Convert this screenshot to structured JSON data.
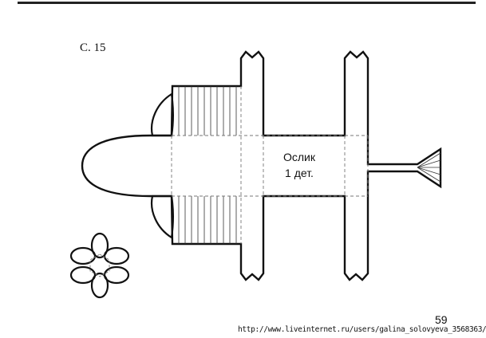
{
  "page_ref": "С. 15",
  "part": {
    "name": "Ослик",
    "count": "1 дет."
  },
  "page_number": "59",
  "source_url": "http://www.liveinternet.ru/users/galina_solovyeva_3568363/",
  "colors": {
    "outline": "#111111",
    "fold_line": "#777777",
    "background": "#ffffff"
  }
}
